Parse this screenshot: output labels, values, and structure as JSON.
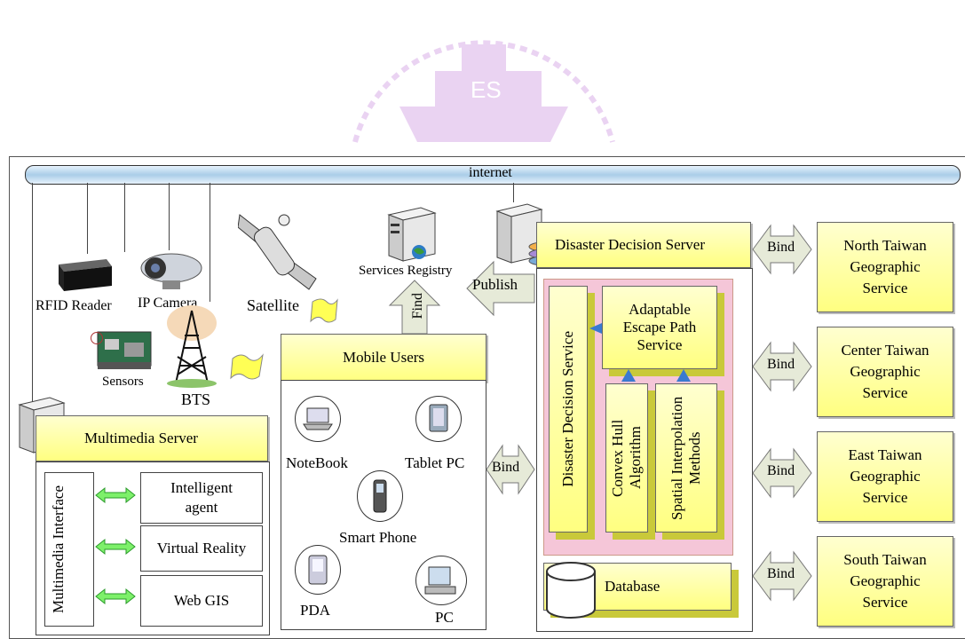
{
  "internet": "internet",
  "devices": {
    "rfid": "RFID Reader",
    "ipcam": "IP Camera",
    "satellite": "Satellite",
    "sensors": "Sensors",
    "bts": "BTS"
  },
  "registry": {
    "label": "Services Registry",
    "find": "Find",
    "publish": "Publish"
  },
  "multimedia": {
    "server": "Multimedia Server",
    "interface": "Multimedia Interface",
    "items": [
      "Intelligent agent",
      "Virtual Reality",
      "Web GIS"
    ]
  },
  "mobile": {
    "title": "Mobile Users",
    "devices": [
      "NoteBook",
      "Tablet PC",
      "Smart Phone",
      "PDA",
      "PC"
    ],
    "bind": "Bind"
  },
  "decision": {
    "server": "Disaster Decision Server",
    "service": "Disaster Decision Service",
    "escape": "Adaptable Escape Path Service",
    "convex": "Convex Hull Algorithm",
    "spatial": "Spatial Interpolation Methods",
    "database": "Database"
  },
  "geo": [
    {
      "bind": "Bind",
      "label": "North Taiwan Geographic Service"
    },
    {
      "bind": "Bind",
      "label": "Center Taiwan Geographic Service"
    },
    {
      "bind": "Bind",
      "label": "East Taiwan Geographic Service"
    },
    {
      "bind": "Bind",
      "label": "South Taiwan Geographic Service"
    }
  ]
}
